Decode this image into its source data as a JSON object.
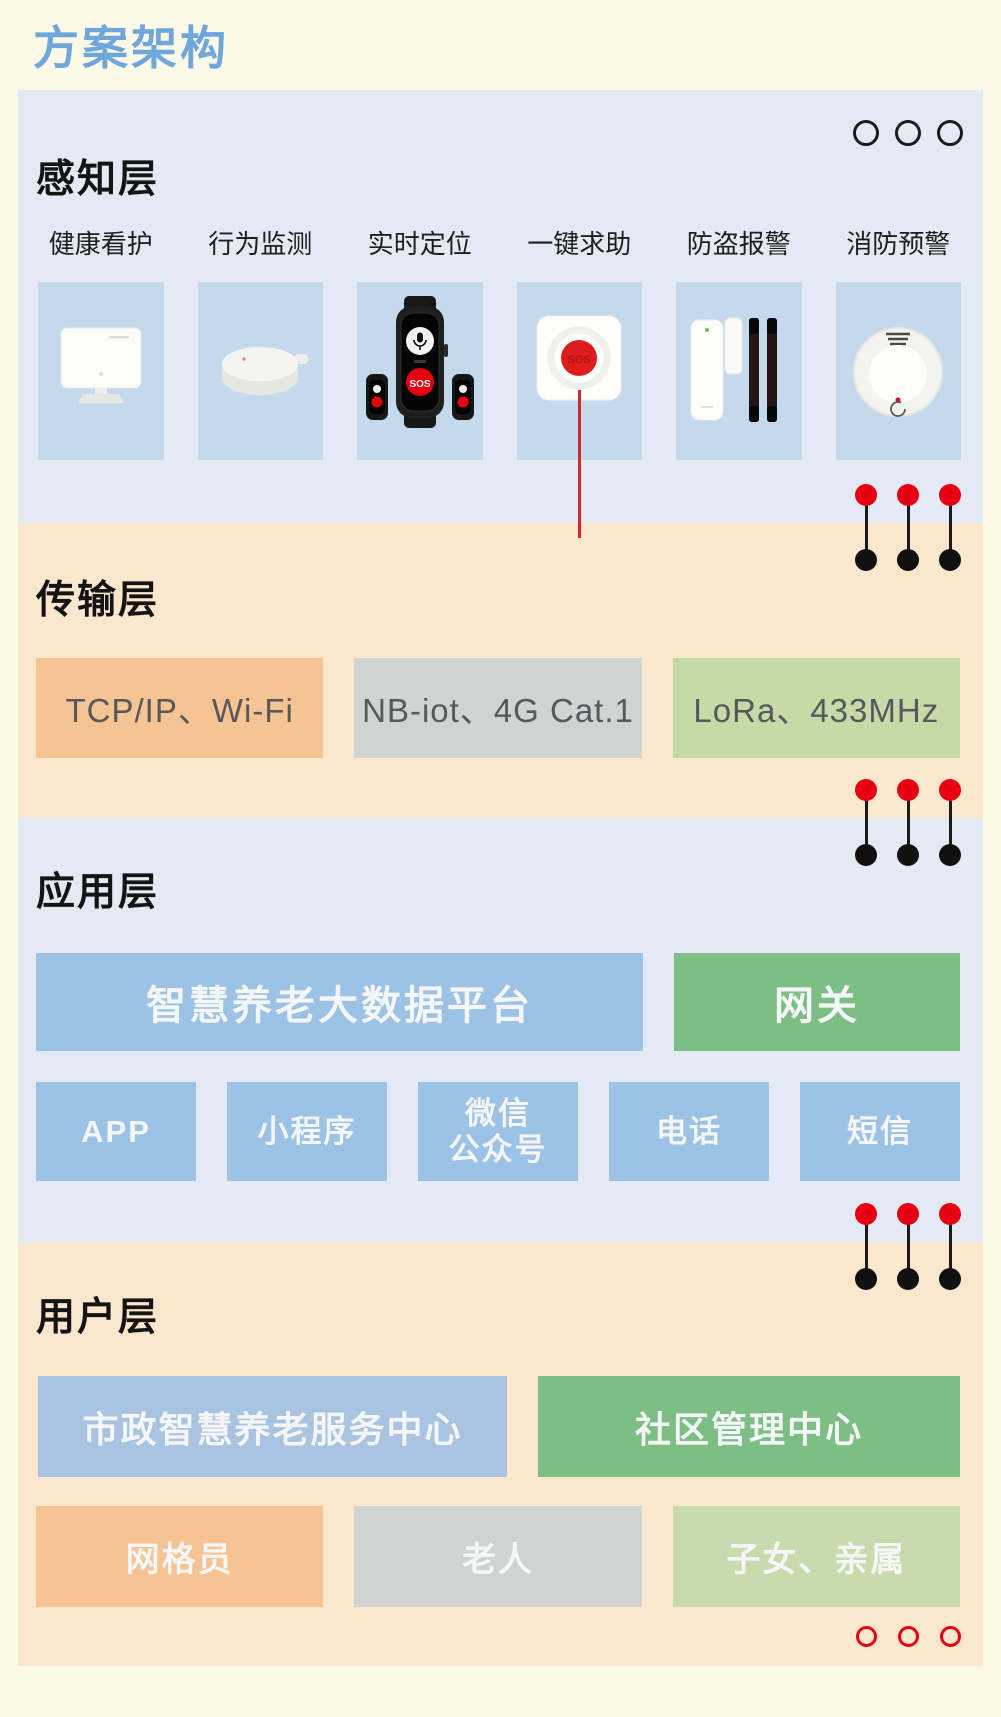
{
  "page": {
    "title": "方案架构"
  },
  "colors": {
    "title_blue": "#6FA6DB",
    "panel_blue": "#E3EAF3",
    "panel_peach": "#FBE7CD",
    "device_card_blue": "#C5D9ED",
    "accent_red": "#E60012",
    "connector_black": "#1A1A1A",
    "box_text_gray": "#57585B"
  },
  "layers": {
    "perception": {
      "heading": "感知层",
      "devices": [
        {
          "label": "健康看护",
          "icon": "health-monitor-icon"
        },
        {
          "label": "行为监测",
          "icon": "behavior-sensor-icon"
        },
        {
          "label": "实时定位",
          "icon": "sos-watch-icon"
        },
        {
          "label": "一键求助",
          "icon": "sos-call-button-icon"
        },
        {
          "label": "防盗报警",
          "icon": "door-alarm-icon"
        },
        {
          "label": "消防预警",
          "icon": "smoke-detector-icon"
        }
      ]
    },
    "transmission": {
      "heading": "传输层",
      "boxes": [
        {
          "label": "TCP/IP、Wi-Fi",
          "color": "#F6C392"
        },
        {
          "label": "NB-iot、4G Cat.1",
          "color": "#D1D3D2"
        },
        {
          "label": "LoRa、433MHz",
          "color": "#C4DBA7"
        }
      ]
    },
    "application": {
      "heading": "应用层",
      "primary": [
        {
          "label": "智慧养老大数据平台",
          "color": "#9CC2E5"
        },
        {
          "label": "网关",
          "color": "#7CBE84"
        }
      ],
      "channels": [
        {
          "label": "APP",
          "color": "#9CC2E5"
        },
        {
          "label": "小程序",
          "color": "#9CC2E5"
        },
        {
          "label": "微信\n公众号",
          "color": "#9CC2E5"
        },
        {
          "label": "电话",
          "color": "#9CC2E5"
        },
        {
          "label": "短信",
          "color": "#9CC2E5"
        }
      ]
    },
    "user": {
      "heading": "用户层",
      "primary": [
        {
          "label": "市政智慧养老服务中心",
          "color": "#A9C4E0"
        },
        {
          "label": "社区管理中心",
          "color": "#7CBE84"
        }
      ],
      "roles": [
        {
          "label": "网格员",
          "color": "#F6C392"
        },
        {
          "label": "老人",
          "color": "#D1D3D2"
        },
        {
          "label": "子女、亲属",
          "color": "#C8DBAC"
        }
      ]
    }
  }
}
